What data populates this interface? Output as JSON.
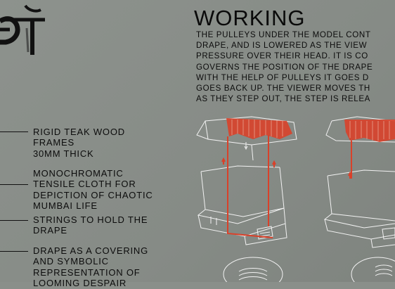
{
  "heading": {
    "title": "WORKING"
  },
  "description": {
    "lines": [
      "The pulleys under the model cont",
      "drape, and is lowered as the view",
      "pressure over their head. It is co",
      "governs the position of the drape",
      "with the help of pulleys it goes d",
      "goes back up. The viewer moves th",
      "as they step out, the step is relea"
    ]
  },
  "callouts": [
    {
      "lines": [
        "Rigid teak wood",
        "frames",
        "30mm thick"
      ]
    },
    {
      "lines": [
        "Monochromatic",
        "tensile cloth for",
        "depiction of chaotic",
        "Mumbai life"
      ]
    },
    {
      "lines": [
        "Strings to hold the",
        "drape"
      ]
    },
    {
      "lines": [
        "Drape as a covering",
        "and symbolic",
        "representation of",
        "looming despair"
      ]
    }
  ],
  "colors": {
    "background": "#8a8f8a",
    "text": "#0c0c0c",
    "drape_red": "#d9412a",
    "line_white": "#f2f2f2"
  },
  "icons": [
    "devanagari-glyph-icon",
    "coil-spring-icon"
  ]
}
